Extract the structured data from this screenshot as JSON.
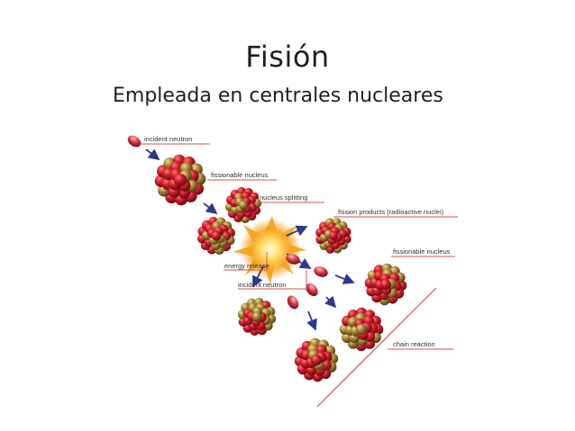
{
  "slide": {
    "title": "Fisión",
    "subtitle": "Empleada en centrales nucleares"
  },
  "diagram": {
    "labels": {
      "incident_neutron_top": "incident neutron",
      "fissionable_nucleus_1": "fissionable nucleus",
      "nucleus_splitting": "nucleus splitting",
      "fission_products": "fission products (radioactive nuclei)",
      "fissionable_nucleus_2": "fissionable nucleus",
      "energy_release": "energy release",
      "incident_neutron_bottom": "incident neutron",
      "chain_reaction": "chain reaction"
    },
    "colors": {
      "nucleus_red": "#c8202a",
      "nucleus_gold": "#a8893a",
      "neutron": "#d83a46",
      "arrow": "#2a3a8c",
      "leader_line": "#d05050",
      "burst": "#f6a21a"
    }
  }
}
